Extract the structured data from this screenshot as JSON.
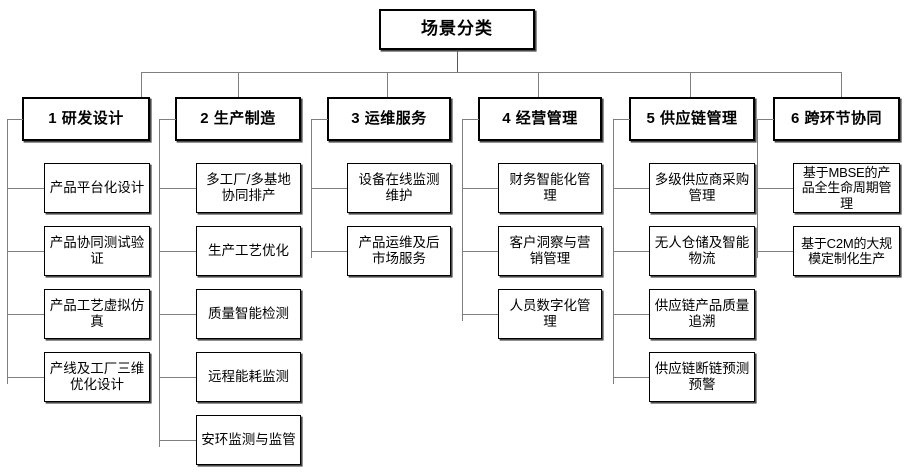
{
  "diagram": {
    "type": "organizational-hierarchy",
    "root": {
      "label": "场景分类"
    },
    "columns": [
      {
        "id": "col-1",
        "header": "1 研发设计",
        "items": [
          "产品平台化设计",
          "产品协同测试验证",
          "产品工艺虚拟仿真",
          "产线及工厂三维优化设计"
        ]
      },
      {
        "id": "col-2",
        "header": "2 生产制造",
        "items": [
          "多工厂/多基地协同排产",
          "生产工艺优化",
          "质量智能检测",
          "远程能耗监测",
          "安环监测与监管"
        ]
      },
      {
        "id": "col-3",
        "header": "3 运维服务",
        "items": [
          "设备在线监测维护",
          "产品运维及后市场服务"
        ]
      },
      {
        "id": "col-4",
        "header": "4 经营管理",
        "items": [
          "财务智能化管理",
          "客户洞察与营销管理",
          "人员数字化管理"
        ]
      },
      {
        "id": "col-5",
        "header": "5 供应链管理",
        "items": [
          "多级供应商采购管理",
          "无人仓储及智能物流",
          "供应链产品质量追溯",
          "供应链断链预测预警"
        ]
      },
      {
        "id": "col-6",
        "header": "6 跨环节协同",
        "items": [
          "基于MBSE的产品全生命周期管理",
          "基于C2M的大规模定制化生产"
        ]
      }
    ]
  },
  "colors": {
    "box_border": "#000000",
    "connector": "#7f7f7f",
    "background": "#ffffff",
    "text": "#000000"
  }
}
